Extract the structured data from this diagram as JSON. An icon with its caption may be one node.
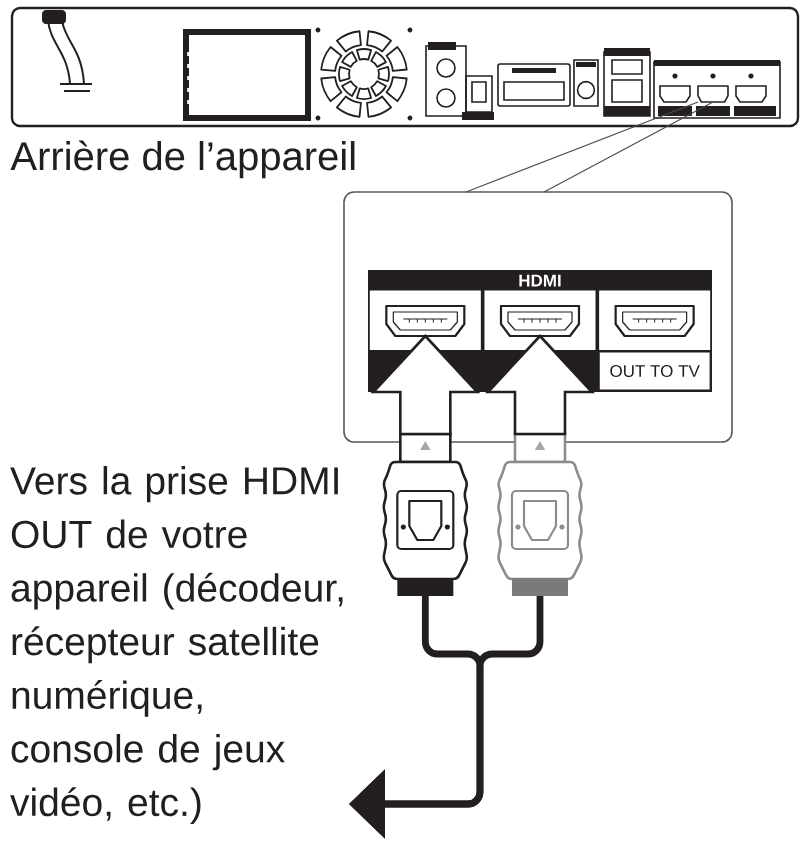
{
  "diagram": {
    "nodes": [
      {
        "text": [],
        "shape": "picture",
        "beside": [
          "Arrière de l’appareil"
        ]
      },
      {
        "text": [],
        "shape": "box",
        "in": 0
      },
      {
        "text": [],
        "shape": "box"
      },
      {
        "text": [
          "HDMI"
        ],
        "in": 2
      },
      {
        "text": [],
        "shape": "box",
        "in": 3
      },
      {
        "text": [],
        "shape": "box",
        "in": 3
      },
      {
        "text": [],
        "shape": "box",
        "in": 3
      },
      {
        "text": [
          "OUT TO TV"
        ],
        "in": 3
      },
      {
        "text": [],
        "shape": "picture"
      },
      {
        "text": [],
        "shape": "picture"
      },
      {
        "text": [
          "Vers la prise HDMI OUT de votre appareil (décodeur, récepteur satellite numérique, console de jeux vidéo, etc.)"
        ]
      }
    ],
    "edges": [
      {
        "from": 1,
        "to": 2,
        "arrow": "none"
      },
      {
        "from": 1,
        "to": 2,
        "arrow": "none"
      },
      {
        "from": 8,
        "to": 4,
        "arrow": "to"
      },
      {
        "from": 9,
        "to": 5,
        "arrow": "to"
      },
      {
        "from": 8,
        "to": 10,
        "arrow": "to",
        "style": "thick"
      },
      {
        "from": 9,
        "to": 10,
        "arrow": "to",
        "style": "thick"
      }
    ]
  }
}
